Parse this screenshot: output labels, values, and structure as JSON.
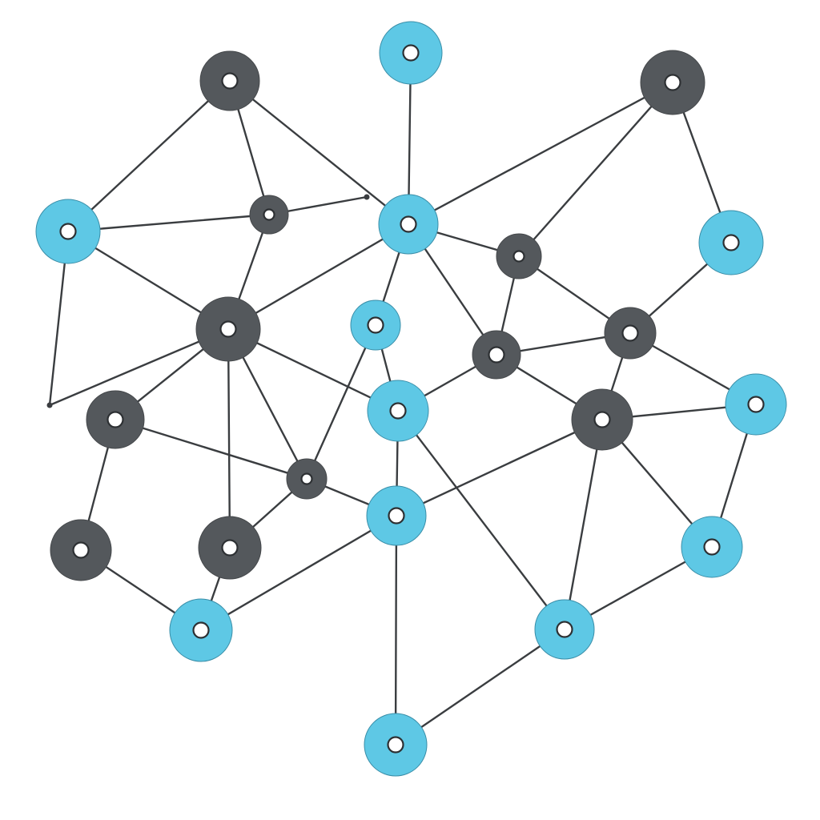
{
  "diagram": {
    "type": "network-graph",
    "colors": {
      "background": "#ffffff",
      "edge": "#3a3d40",
      "node_dark": "#54585c",
      "node_light": "#5ec8e5",
      "node_light_stroke": "#3a8ea8",
      "node_dark_stroke": "#45484b",
      "hole": "#ffffff"
    },
    "node_kinds": [
      "dark",
      "light"
    ],
    "node_count": 26,
    "edge_count": 48
  }
}
